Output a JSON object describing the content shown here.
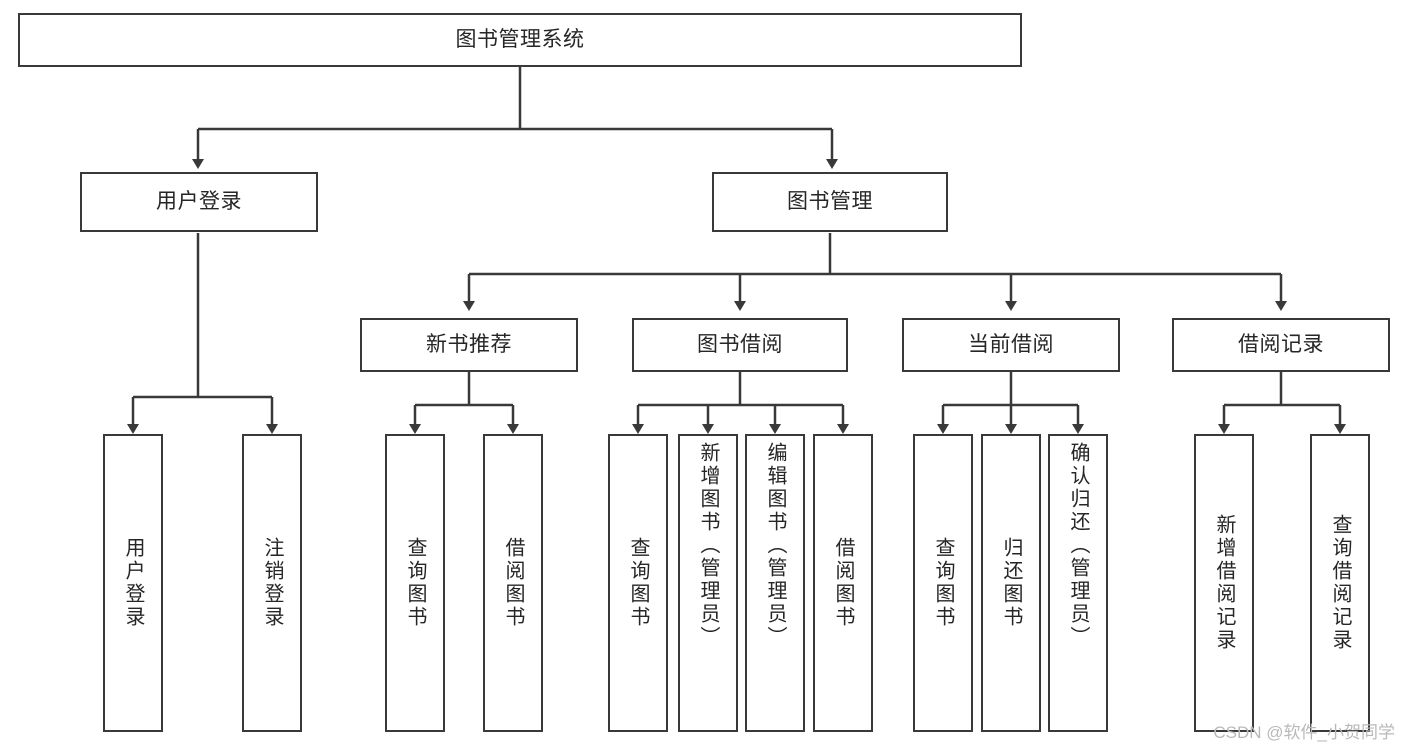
{
  "diagram": {
    "type": "tree",
    "title": "图书管理系统",
    "root": {
      "label": "图书管理系统"
    },
    "level2": [
      {
        "label": "用户登录"
      },
      {
        "label": "图书管理"
      }
    ],
    "level3": [
      {
        "label": "新书推荐"
      },
      {
        "label": "图书借阅"
      },
      {
        "label": "当前借阅"
      },
      {
        "label": "借阅记录"
      }
    ],
    "leaves": {
      "user_login": [
        {
          "label": "用户登录"
        },
        {
          "label": "注销登录"
        }
      ],
      "new_book_recommend": [
        {
          "label": "查询图书"
        },
        {
          "label": "借阅图书"
        }
      ],
      "book_borrow": [
        {
          "label": "查询图书"
        },
        {
          "label": "新增图书（管理员）"
        },
        {
          "label": "编辑图书（管理员）"
        },
        {
          "label": "借阅图书"
        }
      ],
      "current_borrow": [
        {
          "label": "查询图书"
        },
        {
          "label": "归还图书"
        },
        {
          "label": "确认归还（管理员）"
        }
      ],
      "borrow_record": [
        {
          "label": "新增借阅记录"
        },
        {
          "label": "查询借阅记录"
        }
      ]
    }
  },
  "watermark": {
    "text": "CSDN @软件_小贺同学"
  },
  "colors": {
    "background": "#ffffff",
    "border": "#39393b",
    "text": "#262626",
    "watermark": "#b9b9b9"
  }
}
